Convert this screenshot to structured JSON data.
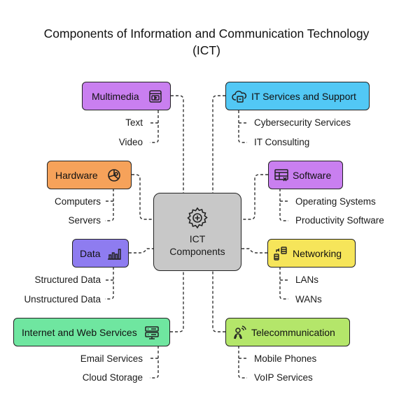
{
  "title": {
    "line1": "Components of Information and Communication Technology",
    "line2": "(ICT)"
  },
  "center": {
    "line1": "ICT",
    "line2": "Components",
    "icon": "gear-plus-icon"
  },
  "left": [
    {
      "label": "Multimedia",
      "color": "#c97ff0",
      "icon": "media-icon",
      "items": [
        "Text",
        "Video"
      ]
    },
    {
      "label": "Hardware",
      "color": "#f6a25a",
      "icon": "hardware-icon",
      "items": [
        "Computers",
        "Servers"
      ]
    },
    {
      "label": "Data",
      "color": "#8e7cf0",
      "icon": "bar-chart-icon",
      "items": [
        "Structured Data",
        "Unstructured Data"
      ]
    },
    {
      "label": "Internet and Web Services",
      "color": "#6fe6a0",
      "icon": "server-icon",
      "items": [
        "Email Services",
        "Cloud Storage"
      ]
    }
  ],
  "right": [
    {
      "label": "IT Services and Support",
      "color": "#52c8f5",
      "icon": "cloud-support-icon",
      "items": [
        "Cybersecurity Services",
        "IT Consulting"
      ]
    },
    {
      "label": "Software",
      "color": "#c97ff0",
      "icon": "software-icon",
      "items": [
        "Operating Systems",
        "Productivity Software"
      ]
    },
    {
      "label": "Networking",
      "color": "#f6e55a",
      "icon": "network-icon",
      "items": [
        "LANs",
        "WANs"
      ]
    },
    {
      "label": "Telecommunication",
      "color": "#b4e66a",
      "icon": "antenna-person-icon",
      "items": [
        "Mobile Phones",
        "VoIP Services"
      ]
    }
  ]
}
